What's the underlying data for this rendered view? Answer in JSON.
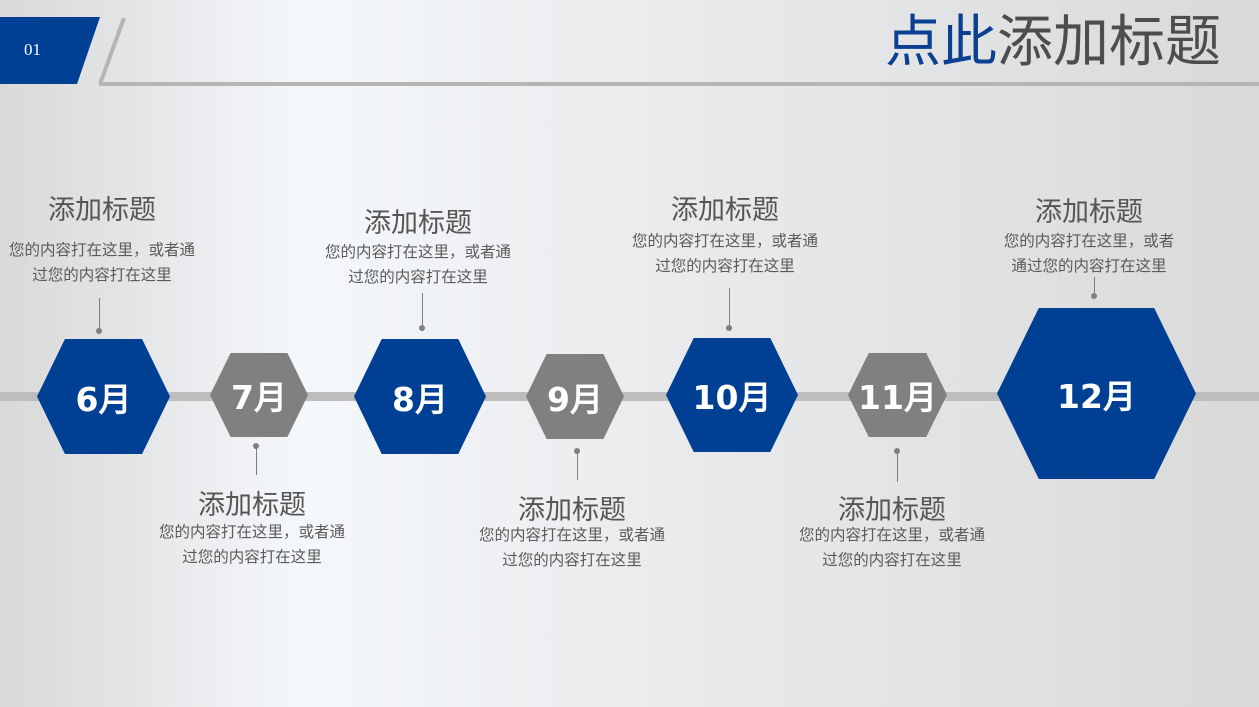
{
  "header": {
    "slide_number": "01",
    "title_highlight": "点此",
    "title_rest": "添加标题"
  },
  "colors": {
    "brand_blue": "#004094",
    "hex_gray": "#808080",
    "timeline_bar": "#bdbdbd",
    "text_gray": "#555555"
  },
  "timeline": {
    "items": [
      {
        "month": "6月",
        "style": "blue",
        "position": "above",
        "title": "添加标题",
        "desc_line1": "您的内容打在这里，或者通",
        "desc_line2": "过您的内容打在这里"
      },
      {
        "month": "7月",
        "style": "gray",
        "position": "below",
        "title": "添加标题",
        "desc_line1": "您的内容打在这里，或者通",
        "desc_line2": "过您的内容打在这里"
      },
      {
        "month": "8月",
        "style": "blue",
        "position": "above",
        "title": "添加标题",
        "desc_line1": "您的内容打在这里，或者通",
        "desc_line2": "过您的内容打在这里"
      },
      {
        "month": "9月",
        "style": "gray",
        "position": "below",
        "title": "添加标题",
        "desc_line1": "您的内容打在这里，或者通",
        "desc_line2": "过您的内容打在这里"
      },
      {
        "month": "10月",
        "style": "blue",
        "position": "above",
        "title": "添加标题",
        "desc_line1": "您的内容打在这里，或者通",
        "desc_line2": "过您的内容打在这里"
      },
      {
        "month": "11月",
        "style": "gray",
        "position": "below",
        "title": "添加标题",
        "desc_line1": "您的内容打在这里，或者通",
        "desc_line2": "过您的内容打在这里"
      },
      {
        "month": "12月",
        "style": "blue",
        "position": "above",
        "title": "添加标题",
        "desc_line1": "您的内容打在这里，或者",
        "desc_line2": "通过您的内容打在这里"
      }
    ]
  }
}
